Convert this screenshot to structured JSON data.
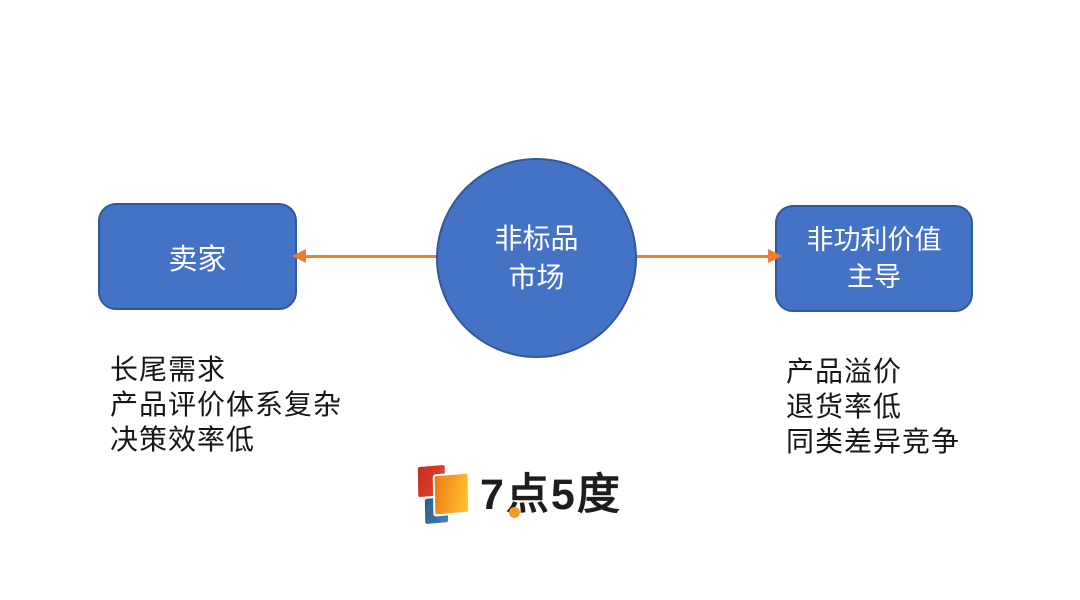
{
  "diagram": {
    "center_circle": {
      "line1": "非标品",
      "line2": "市场"
    },
    "left_box": {
      "label": "卖家"
    },
    "right_box": {
      "line1": "非功利价值",
      "line2": "主导"
    },
    "left_list": [
      "长尾需求",
      "产品评价体系复杂",
      "决策效率低"
    ],
    "right_list": [
      "产品溢价",
      "退货率低",
      "同类差异竞争"
    ]
  },
  "logo": {
    "text": "7点5度"
  },
  "colors": {
    "shape_fill": "#4472C4",
    "shape_border": "#31589D",
    "arrow": "#ED7D31",
    "text": "#161616",
    "logo_dot": "#F59B22"
  }
}
